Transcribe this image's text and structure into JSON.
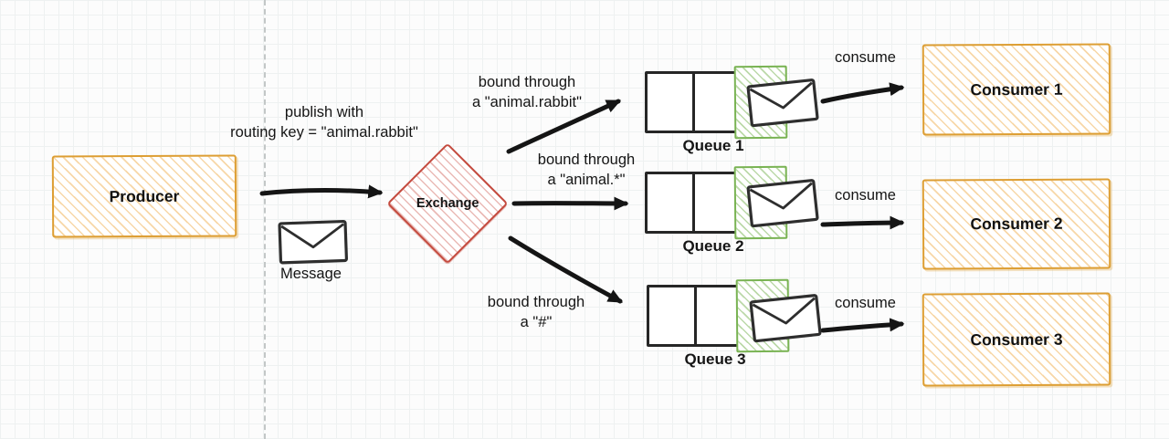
{
  "diagram": {
    "producer": {
      "label": "Producer"
    },
    "message": {
      "label": "Message"
    },
    "exchange": {
      "label": "Exchange"
    },
    "publish_label": {
      "line1": "publish with",
      "line2": "routing key = \"animal.rabbit\""
    },
    "bindings": [
      {
        "line1": "bound through",
        "line2": "a \"animal.rabbit\""
      },
      {
        "line1": "bound through",
        "line2": "a \"animal.*\""
      },
      {
        "line1": "bound through",
        "line2": "a \"#\""
      }
    ],
    "queues": [
      {
        "label": "Queue 1"
      },
      {
        "label": "Queue 2"
      },
      {
        "label": "Queue 3"
      }
    ],
    "consumers": [
      {
        "label": "Consumer 1"
      },
      {
        "label": "Consumer 2"
      },
      {
        "label": "Consumer 3"
      }
    ],
    "consume_label": "consume",
    "colors": {
      "producer_consumer_border": "#dd9e33",
      "exchange_border": "#c44a3e",
      "queue_slot_border": "#79b353",
      "arrow": "#151515"
    }
  }
}
